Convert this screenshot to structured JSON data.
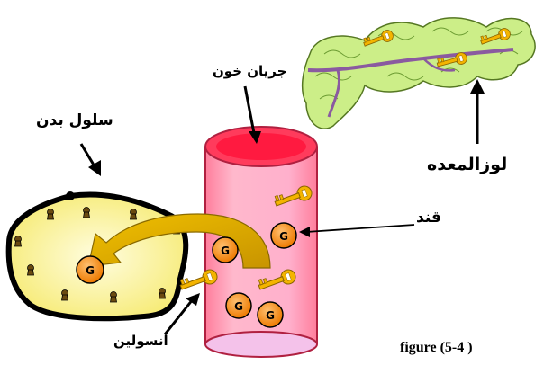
{
  "labels": {
    "body_cell": "سلول بدن",
    "bloodstream": "جریان خون",
    "pancreas": "لوزالمعده",
    "sugar": "قند",
    "insulin": "انسولین"
  },
  "caption": "figure (5-4 )",
  "glucose_letter": "G",
  "colors": {
    "vessel_top": "#ff3b5c",
    "vessel_body": "#f8a8c8",
    "glucose": "#f08a10",
    "key": "#f4b400",
    "pancreas": "#ccee88",
    "cell_fill": "#fff8b0",
    "arrow": "#d4a400"
  },
  "icons": [
    "key-icon",
    "keyhole-icon",
    "glucose-molecule"
  ]
}
